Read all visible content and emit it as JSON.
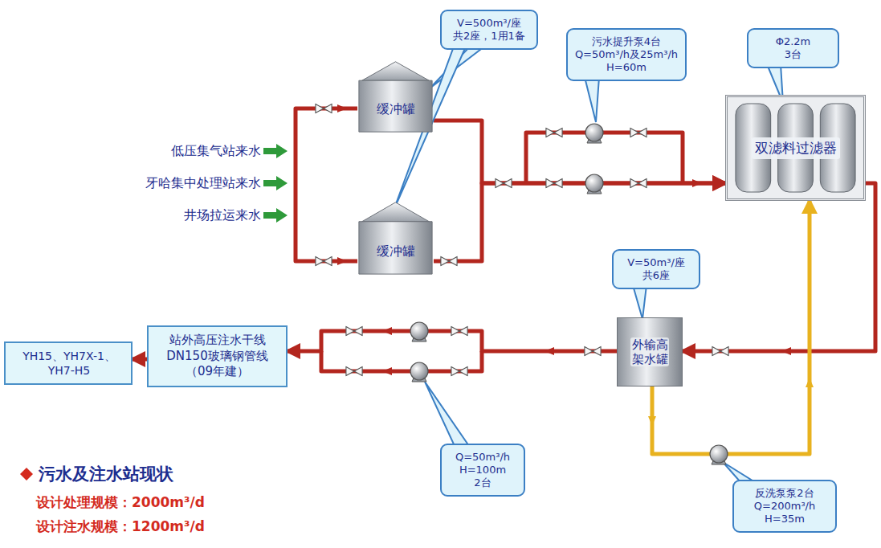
{
  "diagram": {
    "title": "污水及注水站现状",
    "nodes": [
      {
        "text": [
          "V=500m³/座 共2座，1用1备"
        ]
      },
      {
        "text": [
          "缓冲罐"
        ]
      },
      {
        "text": [
          "缓冲罐"
        ]
      },
      {
        "text": [
          "污水提升泵4台 Q=50m³/h及25m³/h H=60m"
        ]
      },
      {
        "text": [
          "Φ2.2m 3台"
        ]
      },
      {
        "text": [
          "双滤料过滤器"
        ]
      },
      {
        "text": [
          "V=50m³/座 共6座"
        ]
      },
      {
        "text": [
          "外输高架水罐"
        ]
      },
      {
        "text": [
          "站外高压注水干线 DN150玻璃钢管线（09年建）"
        ]
      },
      {
        "text": [
          "YH15、YH7X-1、YH7-H5"
        ]
      },
      {
        "text": [
          "Q=50m³/h H=100m 2台"
        ]
      },
      {
        "text": [
          "反洗泵泵2台 Q=200m³/h H=35m"
        ]
      }
    ],
    "edges": [
      {
        "from": 1,
        "to": 5,
        "arrow": "to"
      },
      {
        "from": 2,
        "to": 5,
        "arrow": "to"
      },
      {
        "from": 5,
        "to": 7,
        "arrow": "to"
      },
      {
        "from": 7,
        "to": 8,
        "arrow": "to"
      },
      {
        "from": 8,
        "to": 9,
        "arrow": "to"
      },
      {
        "from": 7,
        "to": 5,
        "arrow": "to"
      }
    ],
    "labels": [
      "低压集气站来水",
      "牙哈集中处理站来水",
      "井场拉运来水",
      "设计处理规模：2000m³/d",
      "设计注水规模：1200m³/d"
    ]
  }
}
